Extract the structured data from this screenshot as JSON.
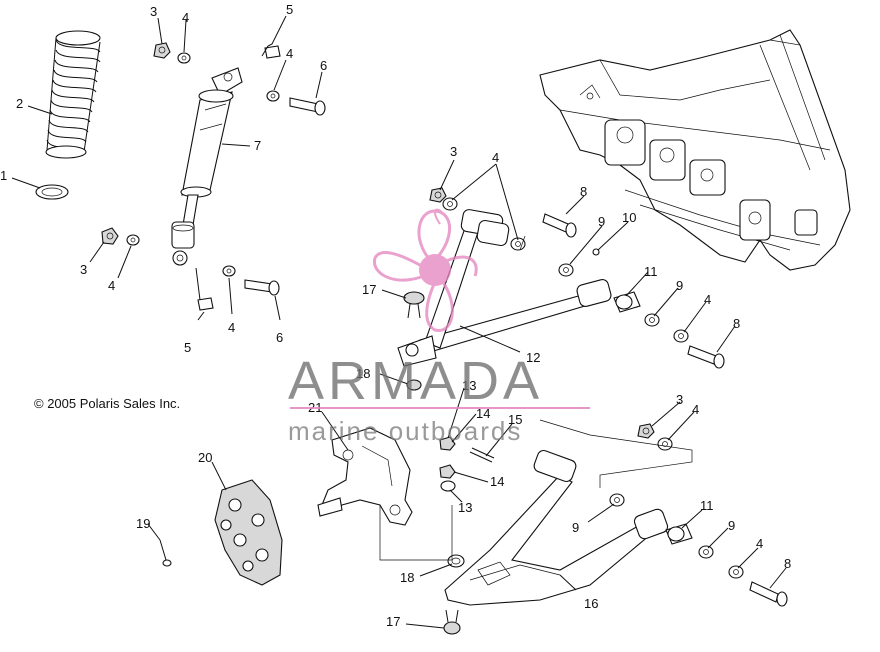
{
  "copyright": "© 2005 Polaris Sales Inc.",
  "watermark": {
    "title": "ARMADA",
    "subtitle": "marine outboards",
    "color": "#e482be"
  },
  "callouts": [
    {
      "id": "c1",
      "text": "1"
    },
    {
      "id": "c2",
      "text": "2"
    },
    {
      "id": "c3a",
      "text": "3"
    },
    {
      "id": "c4a",
      "text": "4"
    },
    {
      "id": "c5a",
      "text": "5"
    },
    {
      "id": "c4b",
      "text": "4"
    },
    {
      "id": "c6a",
      "text": "6"
    },
    {
      "id": "c7",
      "text": "7"
    },
    {
      "id": "c3b",
      "text": "3"
    },
    {
      "id": "c4c",
      "text": "4"
    },
    {
      "id": "c5b",
      "text": "5"
    },
    {
      "id": "c4d",
      "text": "4"
    },
    {
      "id": "c6b",
      "text": "6"
    },
    {
      "id": "c3c",
      "text": "3"
    },
    {
      "id": "c4e",
      "text": "4"
    },
    {
      "id": "c8a",
      "text": "8"
    },
    {
      "id": "c9a",
      "text": "9"
    },
    {
      "id": "c10",
      "text": "10"
    },
    {
      "id": "c11a",
      "text": "11"
    },
    {
      "id": "c9b",
      "text": "9"
    },
    {
      "id": "c4f",
      "text": "4"
    },
    {
      "id": "c8b",
      "text": "8"
    },
    {
      "id": "c17a",
      "text": "17"
    },
    {
      "id": "c12",
      "text": "12"
    },
    {
      "id": "c18a",
      "text": "18"
    },
    {
      "id": "c13a",
      "text": "13"
    },
    {
      "id": "c14a",
      "text": "14"
    },
    {
      "id": "c15",
      "text": "15"
    },
    {
      "id": "c21",
      "text": "21"
    },
    {
      "id": "c14b",
      "text": "14"
    },
    {
      "id": "c13b",
      "text": "13"
    },
    {
      "id": "c3d",
      "text": "3"
    },
    {
      "id": "c4g",
      "text": "4"
    },
    {
      "id": "c20",
      "text": "20"
    },
    {
      "id": "c19",
      "text": "19"
    },
    {
      "id": "c9c",
      "text": "9"
    },
    {
      "id": "c11b",
      "text": "11"
    },
    {
      "id": "c9d",
      "text": "9"
    },
    {
      "id": "c4h",
      "text": "4"
    },
    {
      "id": "c8c",
      "text": "8"
    },
    {
      "id": "c18b",
      "text": "18"
    },
    {
      "id": "c16",
      "text": "16"
    },
    {
      "id": "c17b",
      "text": "17"
    }
  ]
}
